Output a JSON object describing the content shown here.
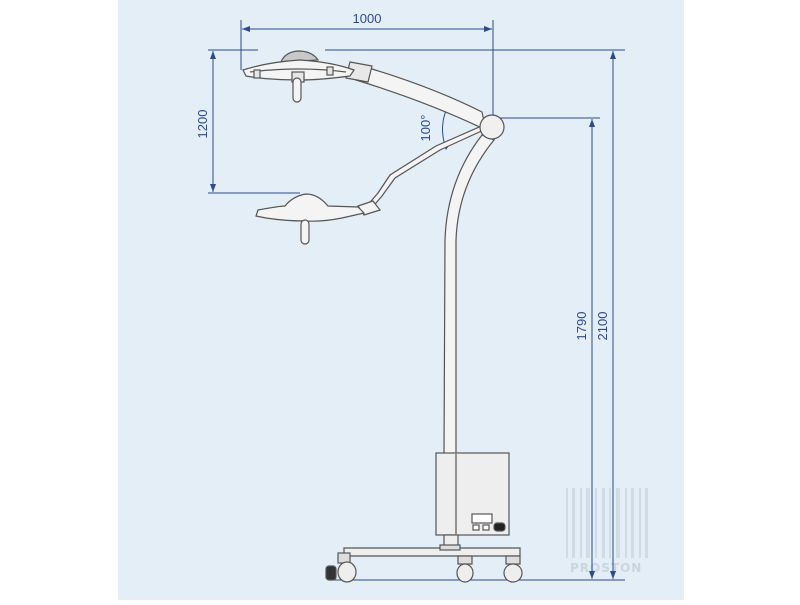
{
  "dimensions": {
    "horizontal_reach": "1000",
    "vertical_travel": "1200",
    "arm_angle": "100°",
    "pivot_height": "1790",
    "total_height": "2100"
  },
  "watermark": {
    "text": "PROSTON"
  },
  "colors": {
    "background": "#e3eef6",
    "line": "#555555",
    "dimension_line": "#2e4a8c",
    "lamp_fill": "#f4f4f4",
    "shade_fill": "#c8c8c8"
  }
}
